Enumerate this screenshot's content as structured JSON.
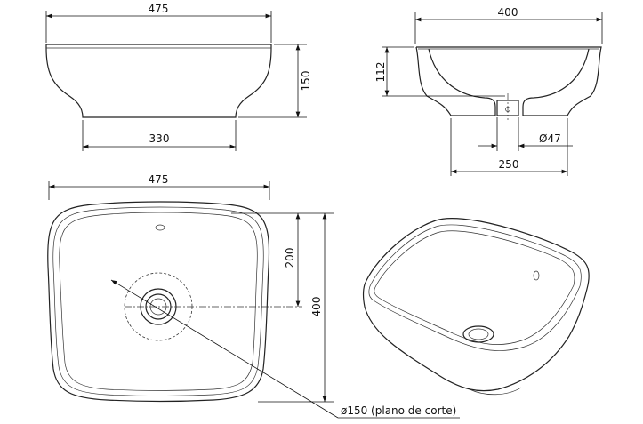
{
  "dimensions": {
    "front_width": "475",
    "front_height": "150",
    "front_base": "330",
    "section_width": "400",
    "section_depth": "112",
    "section_drain": "Ø47",
    "section_base": "250",
    "top_width": "475",
    "top_half_depth": "200",
    "top_depth": "400",
    "cut_note": "ø150 (plano de corte)"
  }
}
